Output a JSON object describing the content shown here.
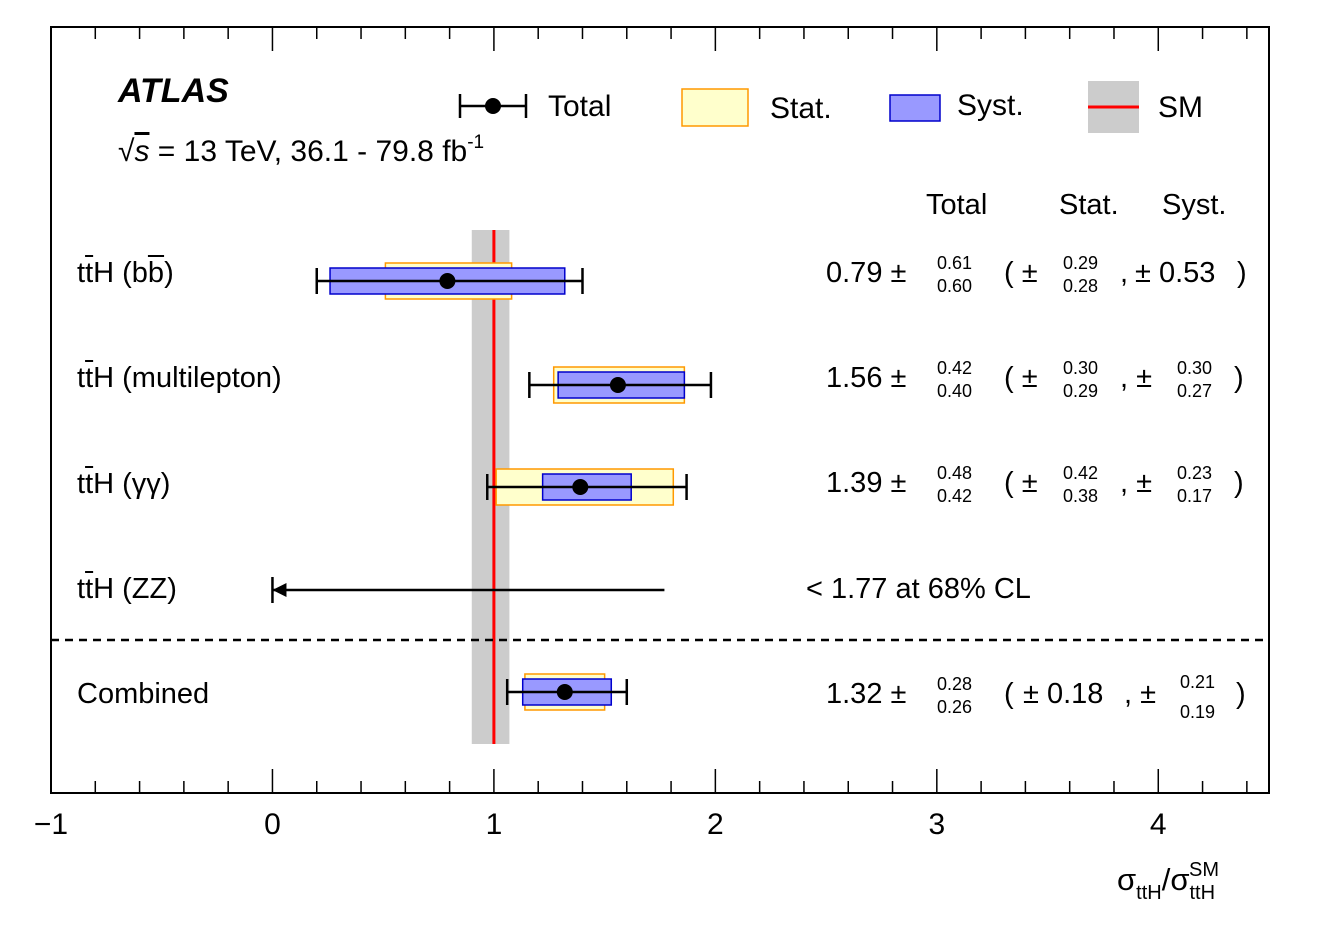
{
  "header": {
    "experiment": "ATLAS",
    "energy_prefix": "√",
    "energy_symbol": "s",
    "energy_text": " = 13 TeV, 36.1 - 79.8 fb",
    "energy_exp": "-1"
  },
  "legend": {
    "total": "Total",
    "stat": "Stat.",
    "syst": "Syst.",
    "sm": "SM"
  },
  "columns": {
    "total": "Total",
    "stat": "Stat.",
    "syst": "Syst."
  },
  "rows": [
    {
      "label_pre": "t",
      "label_bar": "t",
      "label_post": "H (b",
      "label_bar2": "b",
      "label_end": ")",
      "value": "0.79 ±",
      "tot_up": "0.61",
      "tot_dn": "0.60",
      "stat_up": "0.29",
      "stat_dn": "0.28",
      "syst": "± 0.53"
    },
    {
      "label_pre": "t",
      "label_bar": "t",
      "label_post": "H (multilepton)",
      "value": "1.56 ±",
      "tot_up": "0.42",
      "tot_dn": "0.40",
      "stat_up": "0.30",
      "stat_dn": "0.29",
      "syst_up": "0.30",
      "syst_dn": "0.27"
    },
    {
      "label_pre": "t",
      "label_bar": "t",
      "label_post": "H (γγ)",
      "value": "1.39 ±",
      "tot_up": "0.48",
      "tot_dn": "0.42",
      "stat_up": "0.42",
      "stat_dn": "0.38",
      "syst_up": "0.23",
      "syst_dn": "0.17"
    },
    {
      "label_pre": "t",
      "label_bar": "t",
      "label_post": "H (ZZ)",
      "limit_text": "< 1.77 at 68% CL"
    },
    {
      "label_post": "Combined",
      "value": "1.32 ±",
      "tot_up": "0.28",
      "tot_dn": "0.26",
      "stat": "± 0.18",
      "syst_up": "0.21",
      "syst_dn": "0.19"
    }
  ],
  "xaxis": {
    "label_sigma": "σ",
    "label_sub": "ttH",
    "label_sup": "SM",
    "ticks": [
      "−1",
      "0",
      "1",
      "2",
      "3",
      "4"
    ]
  },
  "chart_data": {
    "type": "scatter",
    "xlim": [
      -1,
      4.5
    ],
    "sm_value": 1,
    "sm_band": [
      0.9,
      1.07
    ],
    "grid": false,
    "legend_position": "top",
    "points": [
      {
        "name": "ttH (bb)",
        "x": 0.79,
        "total": [
          0.2,
          1.4
        ],
        "stat": [
          0.51,
          1.08
        ],
        "syst": [
          0.26,
          1.32
        ]
      },
      {
        "name": "ttH (multilepton)",
        "x": 1.56,
        "total": [
          1.16,
          1.98
        ],
        "stat": [
          1.27,
          1.86
        ],
        "syst": [
          1.29,
          1.86
        ]
      },
      {
        "name": "ttH (γγ)",
        "x": 1.39,
        "total": [
          0.97,
          1.87
        ],
        "stat": [
          1.01,
          1.81
        ],
        "syst": [
          1.22,
          1.62
        ]
      },
      {
        "name": "ttH (ZZ)",
        "upper_limit": 1.77,
        "arrow_to": 0
      },
      {
        "name": "Combined",
        "x": 1.32,
        "total": [
          1.06,
          1.6
        ],
        "stat": [
          1.14,
          1.5
        ],
        "syst": [
          1.13,
          1.53
        ]
      }
    ],
    "colors": {
      "stat_fill": "#ffffcc",
      "stat_edge": "#ff9900",
      "syst_fill": "#9999ff",
      "syst_edge": "#0000cc",
      "sm_line": "#ff0000",
      "sm_band": "#cccccc"
    }
  }
}
